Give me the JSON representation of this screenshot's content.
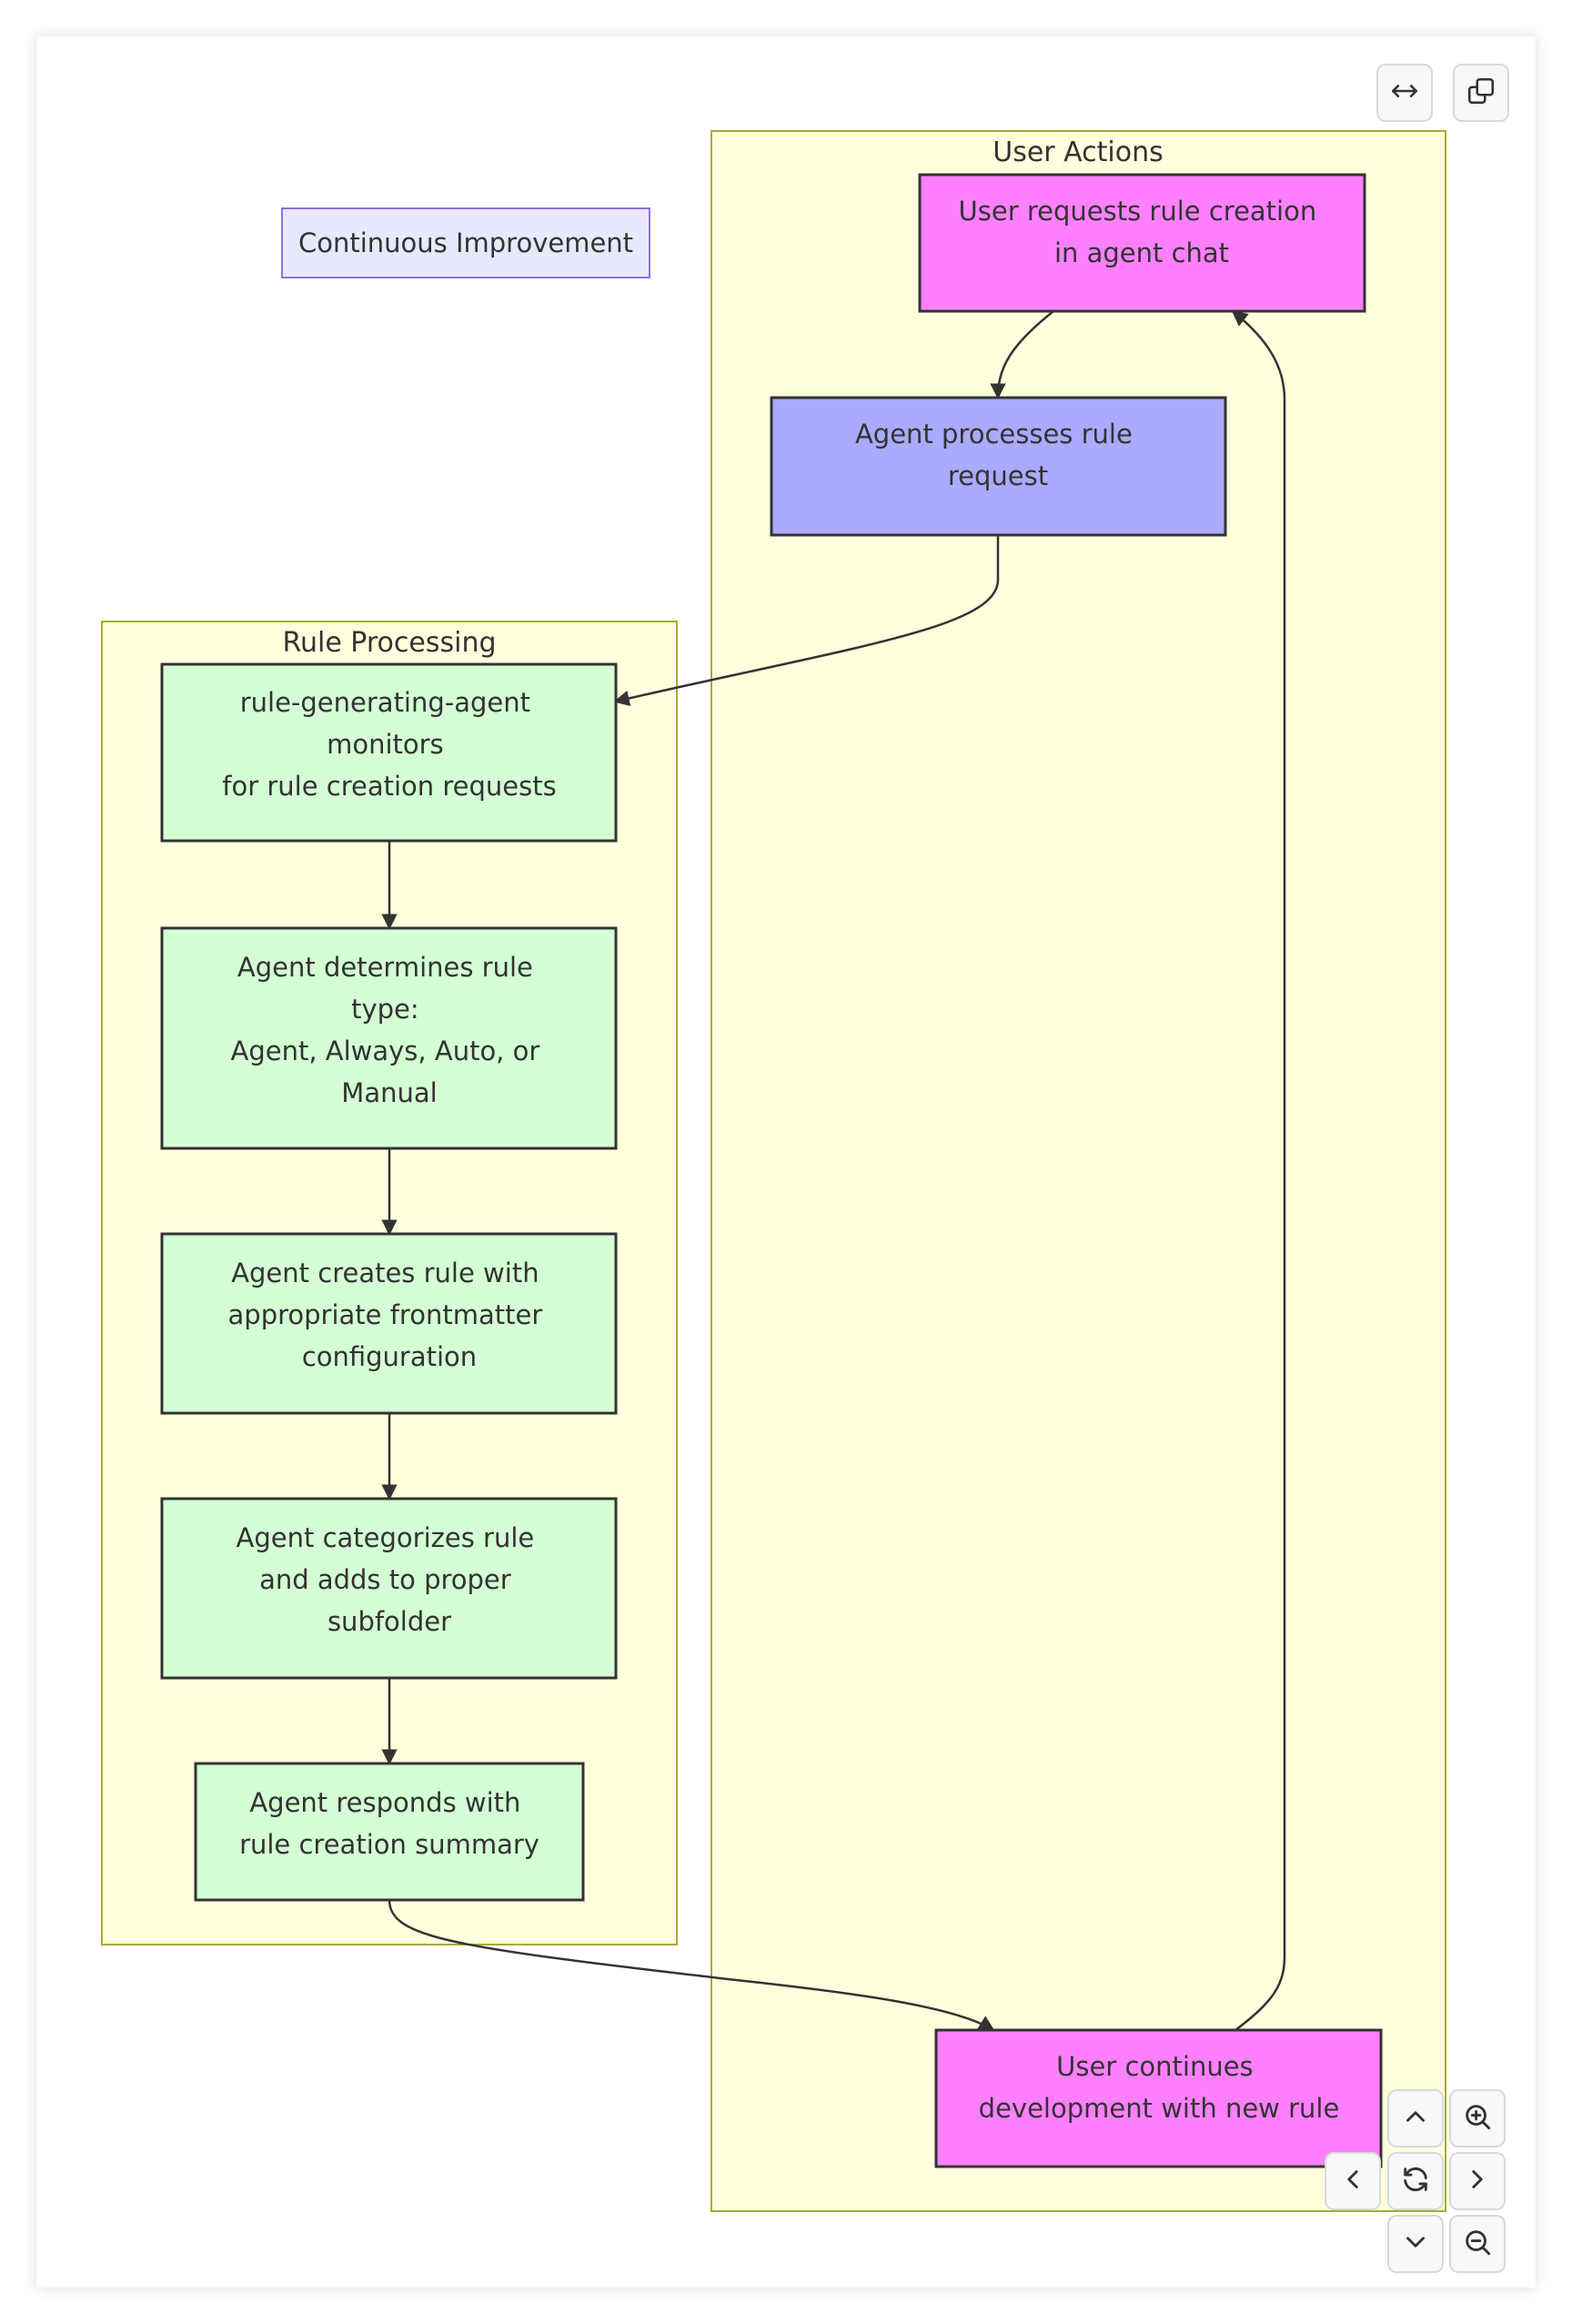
{
  "diagram": {
    "legend_label": "Continuous Improvement",
    "groups": {
      "user_actions": {
        "title": "User Actions"
      },
      "rule_processing": {
        "title": "Rule Processing"
      }
    },
    "nodes": {
      "user_request": {
        "lines": [
          "User requests rule creation",
          "in agent chat"
        ]
      },
      "agent_processes": {
        "lines": [
          "Agent processes rule",
          "request"
        ]
      },
      "monitor": {
        "lines": [
          "rule-generating-agent",
          "monitors",
          "for rule creation requests"
        ]
      },
      "determine_type": {
        "lines": [
          "Agent determines rule",
          "type:",
          "Agent, Always, Auto, or",
          "Manual"
        ]
      },
      "create_rule": {
        "lines": [
          "Agent creates rule with",
          "appropriate frontmatter",
          "configuration"
        ]
      },
      "categorize": {
        "lines": [
          "Agent categorizes rule",
          "and adds to proper",
          "subfolder"
        ]
      },
      "respond": {
        "lines": [
          "Agent responds with",
          "rule creation summary"
        ]
      },
      "user_continues": {
        "lines": [
          "User continues",
          "development with new rule"
        ]
      }
    },
    "colors": {
      "group_fill": "#ffffde",
      "group_stroke": "#aaaa33",
      "user_node_fill": "#ff80ff",
      "agent_node_fill": "#aaaaff",
      "process_node_fill": "#d4ffd4",
      "legend_fill": "#e8e8ff",
      "legend_stroke": "#9370db",
      "node_stroke": "#333333"
    }
  },
  "toolbar": {
    "fit_width": {
      "icon": "arrows-horizontal-icon"
    },
    "copy": {
      "icon": "copy-icon"
    },
    "pan_up": {
      "icon": "chevron-up-icon"
    },
    "zoom_in": {
      "icon": "zoom-in-icon"
    },
    "pan_left": {
      "icon": "chevron-left-icon"
    },
    "reset": {
      "icon": "refresh-icon"
    },
    "pan_right": {
      "icon": "chevron-right-icon"
    },
    "pan_down": {
      "icon": "chevron-down-icon"
    },
    "zoom_out": {
      "icon": "zoom-out-icon"
    }
  }
}
